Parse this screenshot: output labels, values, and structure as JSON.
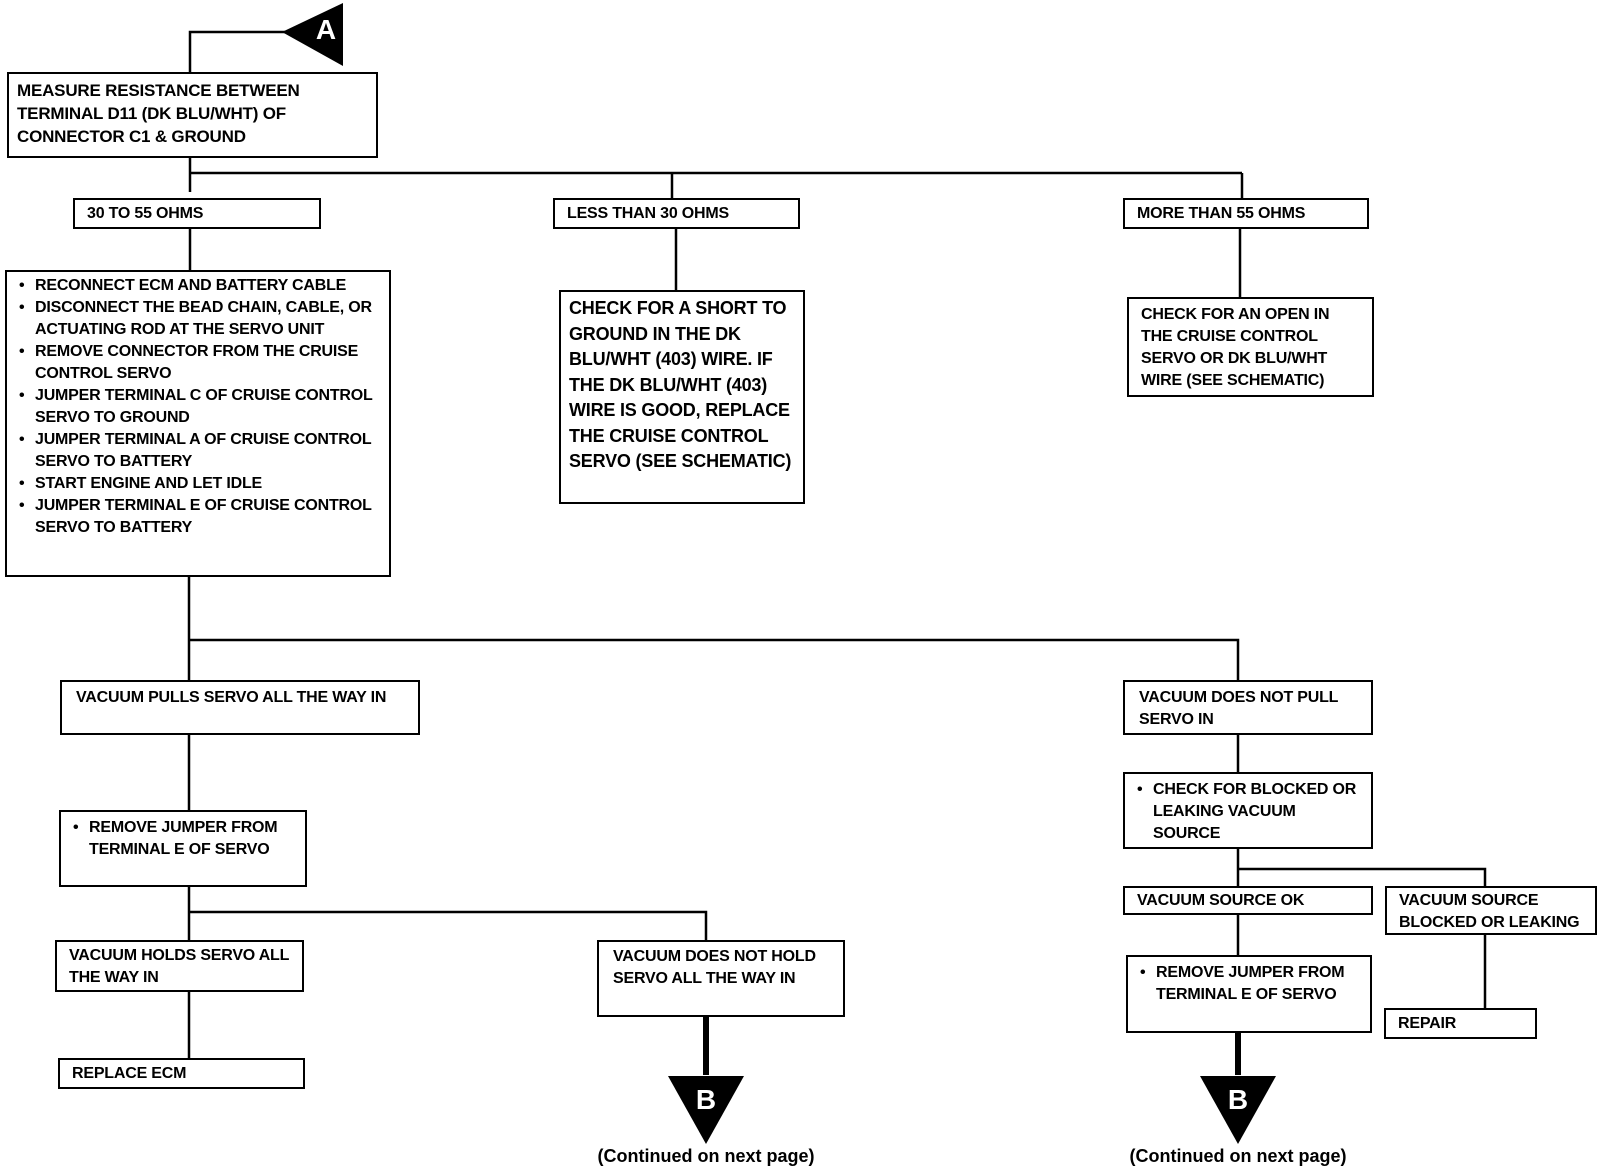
{
  "connectors": {
    "start": "A",
    "end_left": "B",
    "end_right": "B"
  },
  "measure": {
    "lines": [
      "MEASURE RESISTANCE BETWEEN",
      "TERMINAL D11 (DK BLU/WHT) OF",
      "CONNECTOR C1 & GROUND"
    ]
  },
  "results": {
    "ohms_30_55": "30 TO 55 OHMS",
    "less_30": "LESS THAN 30 OHMS",
    "more_55": "MORE THAN 55 OHMS"
  },
  "steps": {
    "items": [
      "RECONNECT ECM AND BATTERY CABLE",
      "DISCONNECT THE BEAD CHAIN, CABLE, OR ACTUATING ROD AT THE SERVO UNIT",
      "REMOVE CONNECTOR FROM THE CRUISE CONTROL SERVO",
      "JUMPER TERMINAL C OF CRUISE CONTROL SERVO TO GROUND",
      "JUMPER TERMINAL A OF CRUISE CONTROL SERVO TO BATTERY",
      "START ENGINE AND LET IDLE",
      "JUMPER TERMINAL E OF CRUISE CONTROL SERVO TO BATTERY"
    ]
  },
  "short_check": "CHECK FOR A SHORT TO GROUND IN THE DK BLU/WHT (403) WIRE. IF THE DK BLU/WHT (403) WIRE IS GOOD, REPLACE THE CRUISE CONTROL SERVO (SEE SCHEMATIC)",
  "open_check": "CHECK FOR AN OPEN IN THE CRUISE CONTROL SERVO OR DK BLU/WHT WIRE (SEE SCHEMATIC)",
  "vacuum_pulls": "VACUUM PULLS SERVO ALL THE WAY IN",
  "vacuum_not_pull": "VACUUM DOES NOT PULL SERVO IN",
  "remove_jumper_left": "REMOVE JUMPER FROM TERMINAL E OF SERVO",
  "check_blocked": "CHECK FOR BLOCKED OR LEAKING VACUUM SOURCE",
  "vacuum_holds": "VACUUM HOLDS SERVO ALL THE WAY IN",
  "vacuum_not_hold": "VACUUM DOES NOT HOLD SERVO ALL THE WAY IN",
  "vacuum_source_ok": "VACUUM SOURCE OK",
  "vacuum_source_blocked": "VACUUM SOURCE BLOCKED OR LEAKING",
  "remove_jumper_right": "REMOVE JUMPER FROM TERMINAL E OF SERVO",
  "repair": "REPAIR",
  "replace_ecm": "REPLACE ECM",
  "continued_left": "(Continued on next page)",
  "continued_right": "(Continued on next page)"
}
